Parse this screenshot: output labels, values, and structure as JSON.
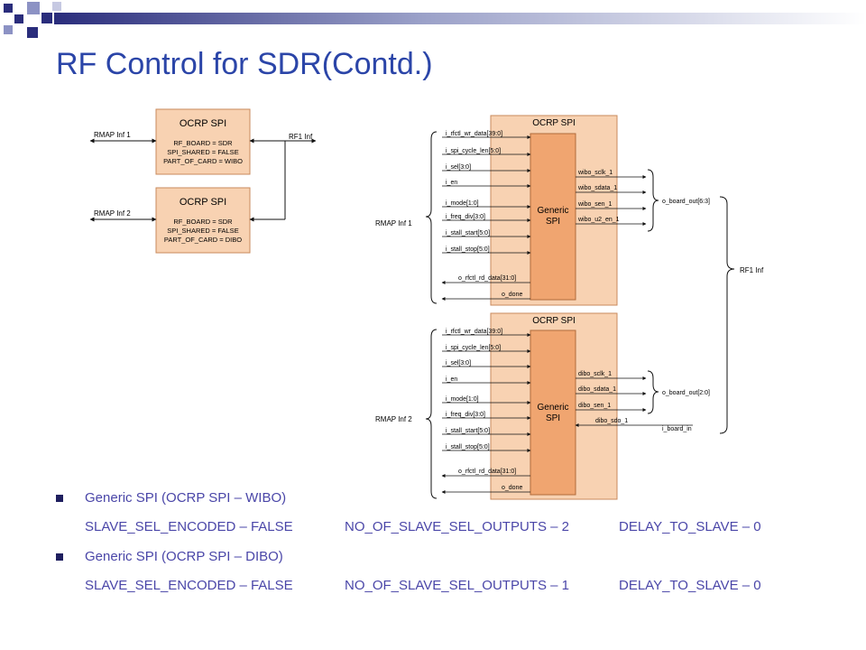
{
  "slide": {
    "title": "RF Control for SDR(Contd.)"
  },
  "left_diagram": {
    "rmap_inf_1": "RMAP Inf 1",
    "rmap_inf_2": "RMAP Inf 2",
    "rf1_inf": "RF1 Inf",
    "box1": {
      "title": "OCRP SPI",
      "lines": [
        "RF_BOARD = SDR",
        "SPI_SHARED = FALSE",
        "PART_OF_CARD = WIBO"
      ]
    },
    "box2": {
      "title": "OCRP SPI",
      "lines": [
        "RF_BOARD = SDR",
        "SPI_SHARED = FALSE",
        "PART_OF_CARD = DIBO"
      ]
    }
  },
  "right_diagram": {
    "top": {
      "title": "OCRP SPI",
      "core_line1": "Generic",
      "core_line2": "SPI",
      "rmap_label": "RMAP Inf 1",
      "inputs": [
        "i_rfctl_wr_data[39:0]",
        "i_spi_cycle_len[5:0]",
        "i_sel[3:0]",
        "i_en",
        "i_mode[1:0]",
        "i_freq_div[3:0]",
        "i_stall_start[5:0]",
        "i_stall_stop[5:0]"
      ],
      "outputs_left": [
        "o_rfctl_rd_data[31:0]",
        "o_done"
      ],
      "outputs_right": [
        "wibo_sclk_1",
        "wibo_sdata_1",
        "wibo_sen_1",
        "wibo_u2_en_1"
      ],
      "bus_label": "o_board_out[6:3]"
    },
    "bottom": {
      "title": "OCRP SPI",
      "core_line1": "Generic",
      "core_line2": "SPI",
      "rmap_label": "RMAP Inf 2",
      "inputs": [
        "i_rfctl_wr_data[39:0]",
        "i_spi_cycle_len[5:0]",
        "i_sel[3:0]",
        "i_en",
        "i_mode[1:0]",
        "i_freq_div[3:0]",
        "i_stall_start[5:0]",
        "i_stall_stop[5:0]"
      ],
      "outputs_left": [
        "o_rfctl_rd_data[31:0]",
        "o_done"
      ],
      "outputs_right": [
        "dibo_sclk_1",
        "dibo_sdata_1",
        "dibo_sen_1"
      ],
      "input_right": "dibo_sdo_1",
      "bus_label": "o_board_out[2:0]",
      "board_in_label": "i_board_in"
    },
    "rf1_inf": "RF1 Inf"
  },
  "bullets": [
    {
      "text": "Generic SPI (OCRP SPI – WIBO)",
      "params": [
        "SLAVE_SEL_ENCODED – FALSE",
        "NO_OF_SLAVE_SEL_OUTPUTS – 2",
        "DELAY_TO_SLAVE – 0"
      ]
    },
    {
      "text": "Generic SPI (OCRP SPI – DIBO)",
      "params": [
        "SLAVE_SEL_ENCODED – FALSE",
        "NO_OF_SLAVE_SEL_OUTPUTS – 1",
        "DELAY_TO_SLAVE – 0"
      ]
    }
  ],
  "colors": {
    "title": "#2b45a8",
    "box_fill": "#f8d2b2",
    "box_stroke": "#c88a5c",
    "core_fill": "#f0a570",
    "text": "#4a46a8"
  }
}
